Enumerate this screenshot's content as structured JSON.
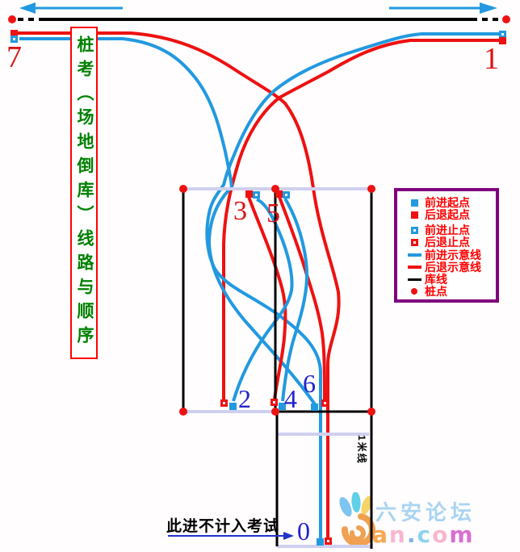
{
  "title": {
    "text": "桩考（场地倒库）线路与顺序"
  },
  "points": {
    "p0": "0",
    "p1": "1",
    "p2": "2",
    "p3": "3",
    "p4": "4",
    "p5": "5",
    "p6": "6",
    "p7": "7"
  },
  "legend": {
    "items": [
      {
        "label": "前进起点",
        "symbol": "blue-filled-square"
      },
      {
        "label": "后退起点",
        "symbol": "red-filled-square"
      },
      {
        "label": "前进止点",
        "symbol": "blue-open-square"
      },
      {
        "label": "后退止点",
        "symbol": "red-open-square"
      },
      {
        "label": "前进示意线",
        "symbol": "blue-line"
      },
      {
        "label": "后退示意线",
        "symbol": "red-line"
      },
      {
        "label": "库线",
        "symbol": "black-line"
      },
      {
        "label": "桩点",
        "symbol": "red-dot"
      }
    ]
  },
  "notes": {
    "exclusion": "此进不计入考试",
    "one_meter_line": "1米线"
  },
  "watermark": {
    "site_name": "六安论坛",
    "domain_chars": [
      "a",
      "n",
      ".",
      "c",
      "o",
      "m"
    ],
    "domain_colors": [
      "#f5a84f",
      "#f7b6cf",
      "#7fb2e8",
      "#8ed2f2",
      "#f7b6cf",
      "#d96fd0"
    ]
  },
  "colors": {
    "forward_line_blue": "#2299e0",
    "reverse_line_red": "#ee1111",
    "garage_line_black": "#000000",
    "boundary_lavender": "#cfcfef",
    "pile_dot_red": "#ee1111",
    "number_red": "#dd1111",
    "number_blue": "#2222cc",
    "title_green": "#008000",
    "title_border_red": "#ff0000",
    "legend_border_purple": "#800080",
    "legend_text_red": "#ff0000"
  }
}
